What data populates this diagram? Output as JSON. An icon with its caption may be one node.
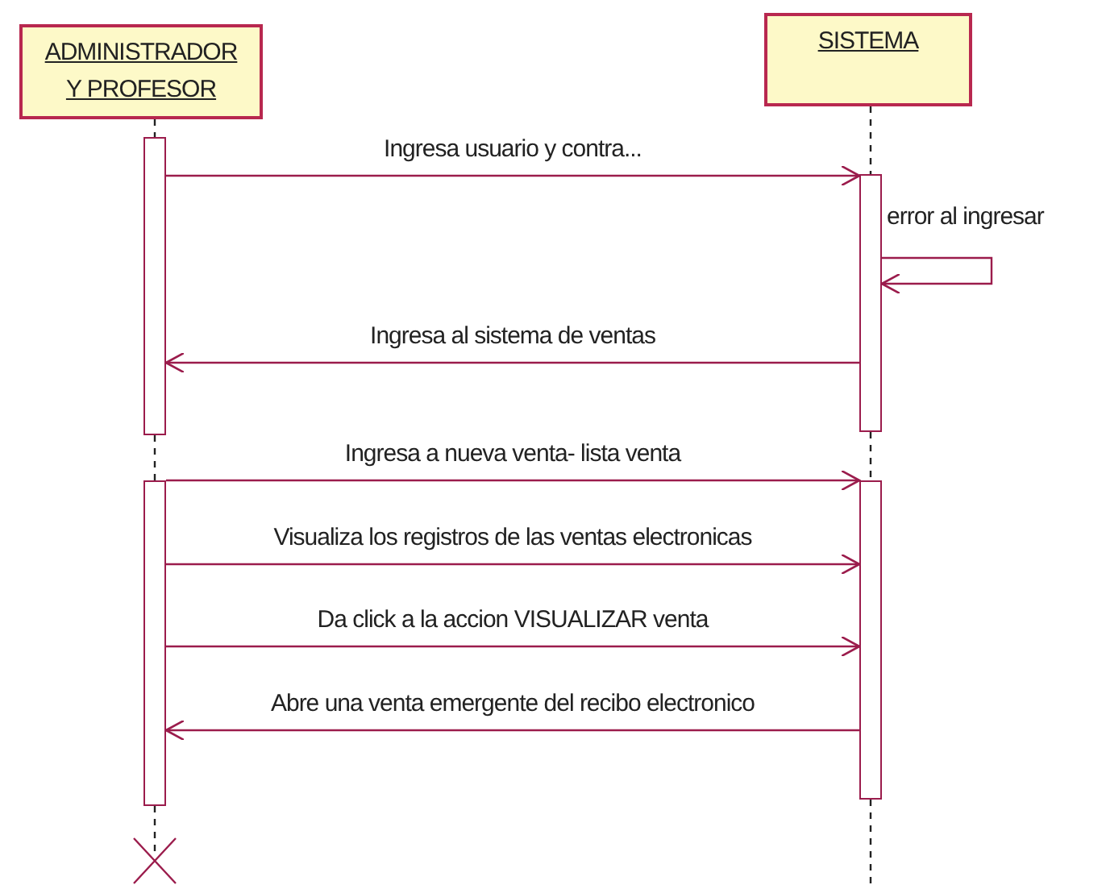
{
  "diagram": {
    "nodes": [
      {
        "text": [
          "ADMINISTRADOR Y PROFESOR"
        ]
      },
      {
        "text": [
          "SISTEMA"
        ]
      },
      {
        "text": [],
        "shape": "bar"
      },
      {
        "text": [],
        "shape": "bar"
      },
      {
        "text": [],
        "shape": "bar"
      },
      {
        "text": [],
        "shape": "bar"
      }
    ],
    "edges": [
      {
        "from": 0,
        "to": 2,
        "arrow": "none",
        "style": "dashed",
        "color": "#222222"
      },
      {
        "from": 2,
        "to": 4,
        "arrow": "none",
        "style": "dashed",
        "color": "#222222"
      },
      {
        "from": 1,
        "to": 3,
        "arrow": "none",
        "style": "dashed",
        "color": "#222222"
      },
      {
        "from": 3,
        "to": 5,
        "arrow": "none",
        "style": "dashed",
        "color": "#222222"
      },
      {
        "from": 2,
        "to": 3,
        "arrow": "to",
        "label": "Ingresa usuario y contra..."
      },
      {
        "from": 3,
        "to": 3,
        "arrow": "to",
        "label": "error al ingresar"
      },
      {
        "from": 3,
        "to": 2,
        "arrow": "to",
        "label": "Ingresa al sistema de ventas"
      },
      {
        "from": 4,
        "to": 5,
        "arrow": "to",
        "label": "Ingresa a nueva venta- lista venta"
      },
      {
        "from": 4,
        "to": 5,
        "arrow": "to",
        "label": "Visualiza los registros de las ventas electronicas"
      },
      {
        "from": 4,
        "to": 5,
        "arrow": "to",
        "label": "Da click a la accion VISUALIZAR venta"
      },
      {
        "from": 5,
        "to": 4,
        "arrow": "to",
        "label": "Abre una venta emergente del recibo electronico"
      }
    ]
  }
}
